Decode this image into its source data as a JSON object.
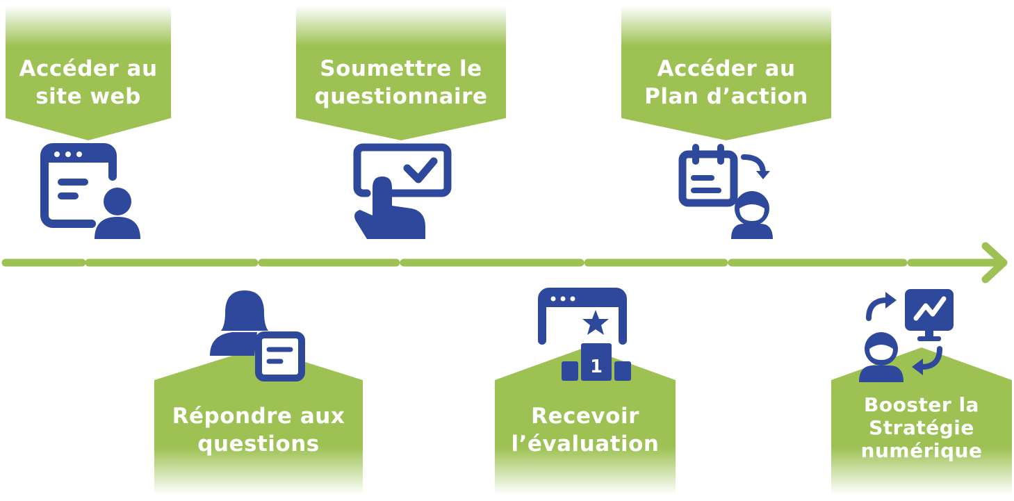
{
  "colors": {
    "green": "#9dc253",
    "blue": "#2e489b",
    "text": "#ffffff"
  },
  "steps": [
    {
      "position": "top",
      "lines": [
        "Accéder au",
        "site web"
      ],
      "icon": "website-user-icon"
    },
    {
      "position": "bottom",
      "lines": [
        "Répondre aux",
        "questions"
      ],
      "icon": "person-form-icon"
    },
    {
      "position": "top",
      "lines": [
        "Soumettre le",
        "questionnaire"
      ],
      "icon": "touch-screen-check-icon"
    },
    {
      "position": "bottom",
      "lines": [
        "Recevoir",
        "l’évaluation"
      ],
      "icon": "website-podium-star-icon"
    },
    {
      "position": "top",
      "lines": [
        "Accéder au",
        "Plan d’action"
      ],
      "icon": "calendar-plan-user-icon"
    },
    {
      "position": "bottom",
      "lines": [
        "Booster la",
        "Stratégie",
        "numérique"
      ],
      "icon": "user-growth-monitor-icon"
    }
  ]
}
